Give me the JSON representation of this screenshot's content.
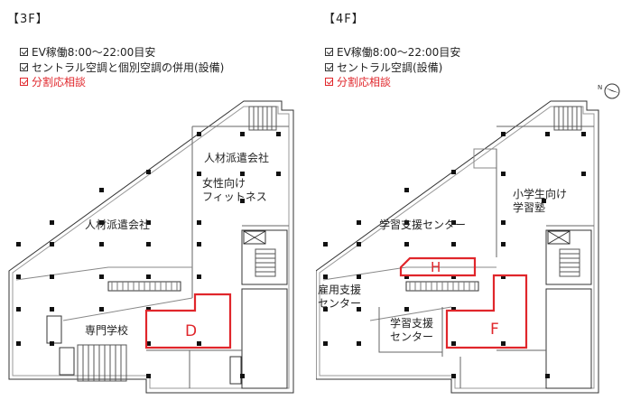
{
  "floors": [
    {
      "title": "【3F】",
      "features": [
        {
          "text": "EV稼働8:00～22:00目安",
          "highlight": false
        },
        {
          "text": "セントラル空調と個別空調の併用(設備)",
          "highlight": false
        },
        {
          "text": "分割応相談",
          "highlight": true
        }
      ],
      "rooms": {
        "a": "人材派遣会社",
        "b": "女性向け\nフィットネス",
        "c": "人材派遣会社",
        "d": "専門学校"
      },
      "unit_label": "D"
    },
    {
      "title": "【4F】",
      "features": [
        {
          "text": "EV稼働8:00～22:00目安",
          "highlight": false
        },
        {
          "text": "セントラル空調(設備)",
          "highlight": false
        },
        {
          "text": "分割応相談",
          "highlight": true
        }
      ],
      "rooms": {
        "a": "小学生向け\n学習塾",
        "b": "学習支援センター",
        "c": "雇用支援\nセンター",
        "d": "学習支援\nセンター"
      },
      "unit_label_h": "H",
      "unit_label_f": "F"
    }
  ],
  "colors": {
    "accent": "#e0262b",
    "line": "#333333"
  },
  "icons": {
    "compass": "north-compass-icon"
  }
}
